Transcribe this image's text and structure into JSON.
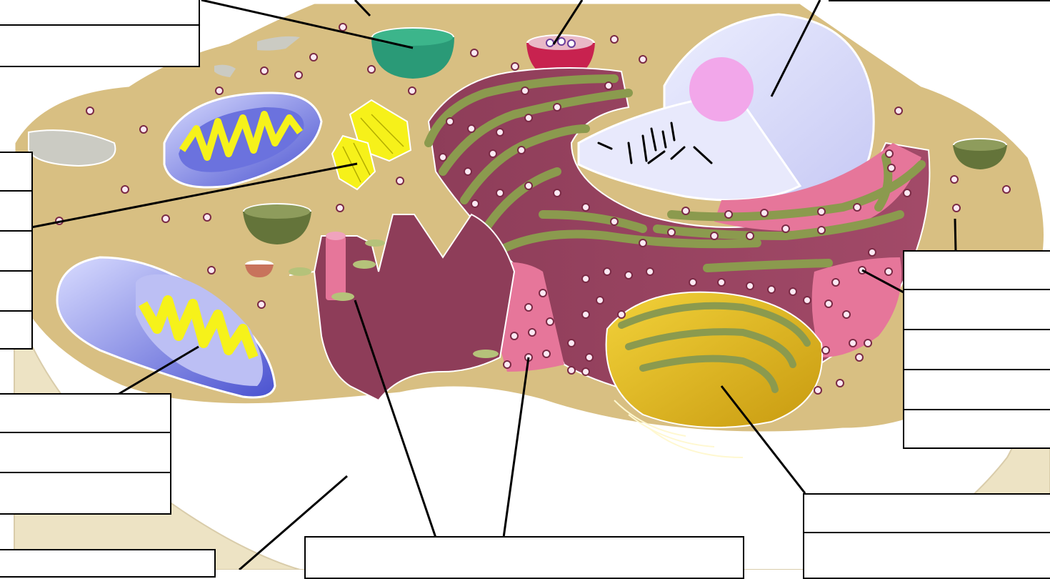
{
  "diagram": {
    "colors": {
      "cytoplasm": "#d8bf82",
      "cytoplasm_lower": "#ede3c4",
      "nucleus": "#dfe0fb",
      "nucleolus": "#f2a7ea",
      "rough_er": "#e6769a",
      "er_dark": "#8e3d59",
      "er_membrane": "#8b9a4e",
      "golgi": "#e8c22e",
      "mitochondrion_outer": "#5d64d8",
      "mitochondrion_inner": "#f6f21a",
      "centriole": "#f6f11a",
      "lysosome": "#c8224f",
      "vesicle": "#2a9a77",
      "vacuole": "#64743a",
      "ribosome_fill": "#fbe9f3",
      "label_box_border": "#000000",
      "leader_line": "#000000"
    },
    "labels": [
      {
        "id": "vesicle",
        "text": ""
      },
      {
        "id": "lysosome",
        "text": ""
      },
      {
        "id": "nucleus",
        "text": ""
      },
      {
        "id": "centrioles",
        "text": ""
      },
      {
        "id": "mitochondrion",
        "text": ""
      },
      {
        "id": "cytoplasm",
        "text": ""
      },
      {
        "id": "endoplasmic-reticulum",
        "text": ""
      },
      {
        "id": "ribosome",
        "text": ""
      },
      {
        "id": "golgi-apparatus",
        "text": ""
      },
      {
        "id": "cell-membrane",
        "text": ""
      }
    ]
  }
}
